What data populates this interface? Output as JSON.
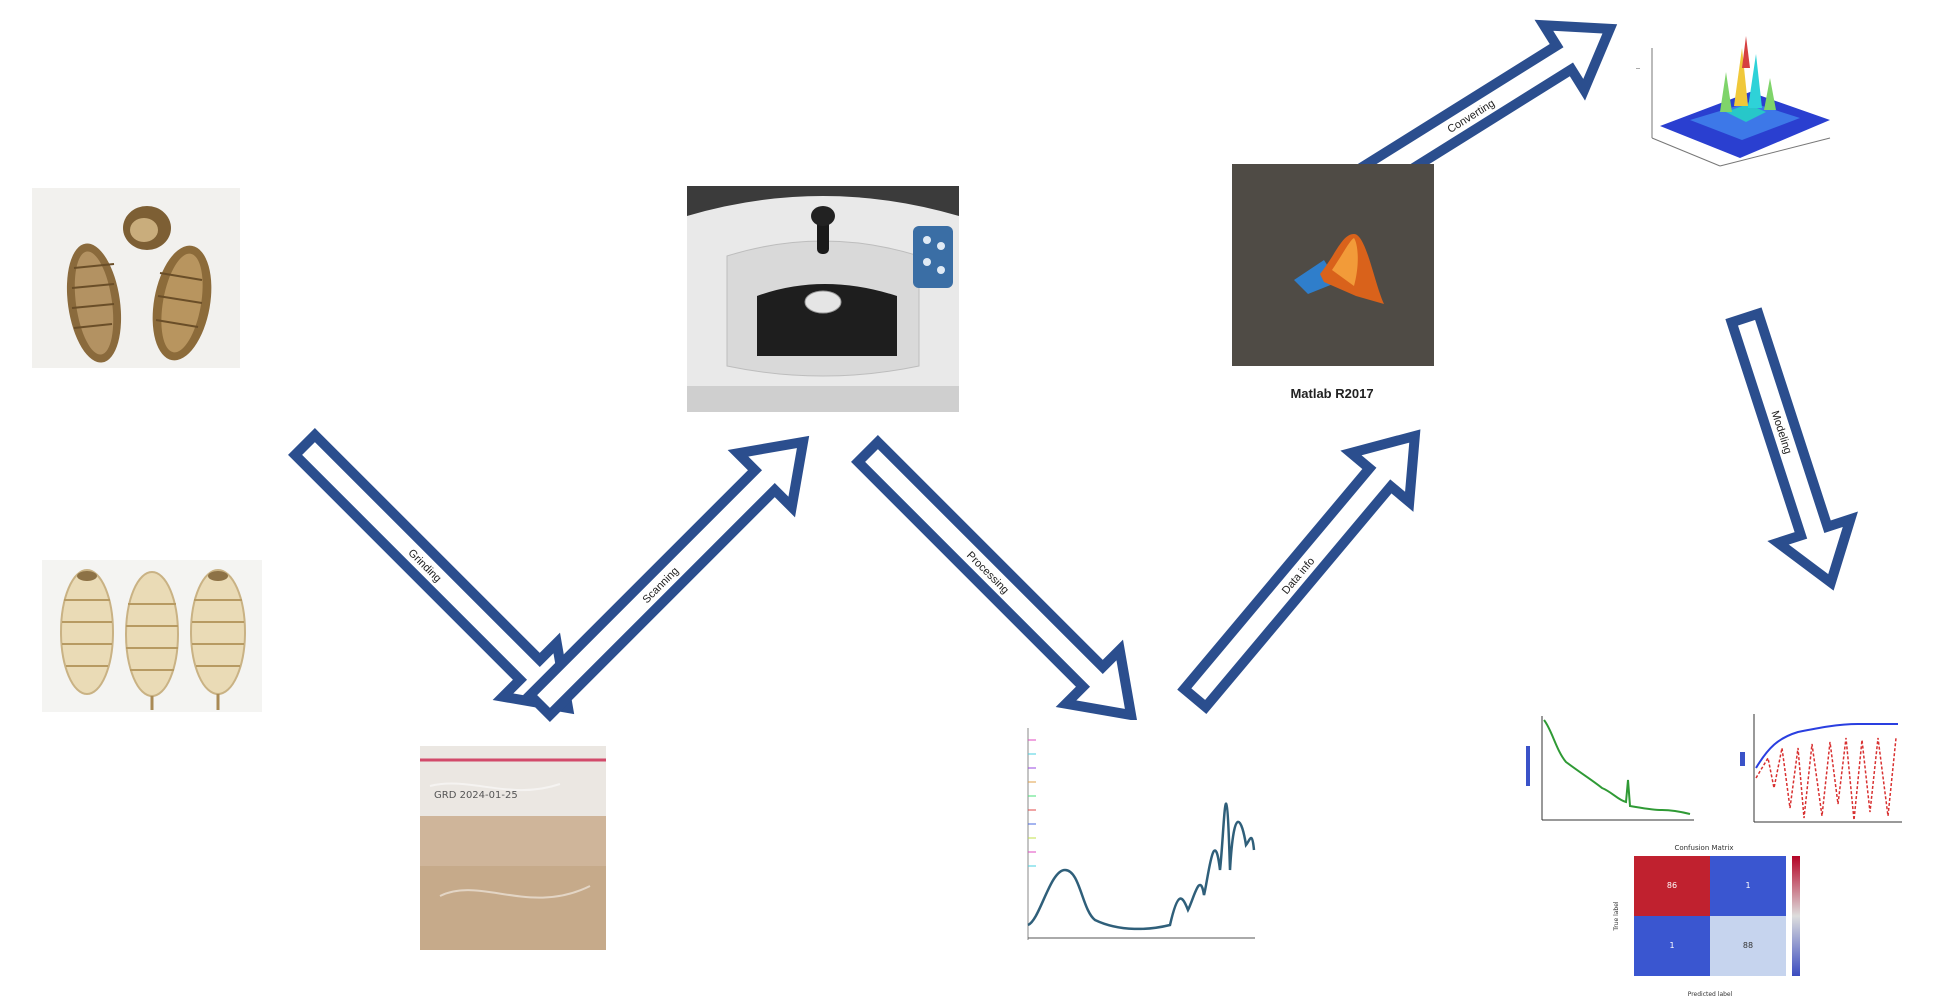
{
  "steps": {
    "grinding": "Grinding",
    "scanning": "Scanning",
    "processing": "Processing",
    "data_info": "Data info",
    "converting": "Converting",
    "modeling": "Modeling"
  },
  "matlab": {
    "caption": "Matlab R2017"
  },
  "heatmap": {
    "title": "Confusion Matrix",
    "xlabel": "Predicted label",
    "ylabel": "True label",
    "cells": [
      "86",
      "1",
      "1",
      "88"
    ]
  },
  "colors": {
    "arrow": "#2b4e8e",
    "matlab_bg": "#4f4b45",
    "spectrum": "#2f5f7a"
  },
  "icons": [
    "raw-tuber-photo",
    "peeled-tuber-photo",
    "powder-bag-photo",
    "ftir-spectrometer-photo",
    "matlab-logo",
    "3d-surface-plot",
    "loss-curve-plot",
    "accuracy-curve-plot",
    "confusion-matrix"
  ]
}
